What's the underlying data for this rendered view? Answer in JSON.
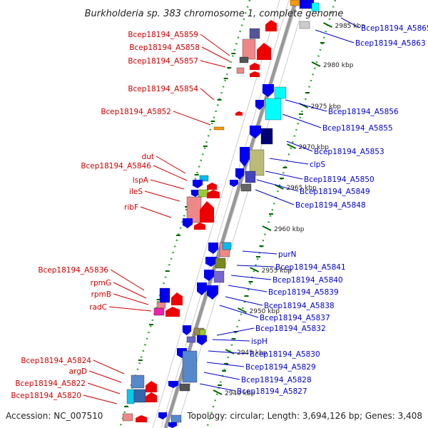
{
  "title": "Burkholderia sp. 383 chromosome 1, complete genome",
  "footer": {
    "accession": "Accession: NC_007510",
    "topology": "Topology: circular; Length: 3,694,126 bp; Genes: 3,408"
  },
  "ticks": [
    "2985 kbp",
    "2980 kbp",
    "2975 kbp",
    "2970 kbp",
    "2965 kbp",
    "2960 kbp",
    "2955 kbp",
    "2950 kbp",
    "2945 kbp",
    "2940 kbp"
  ],
  "left_genes": [
    "Bcep18194_A5859",
    "Bcep18194_A5858",
    "Bcep18194_A5857",
    "Bcep18194_A5854",
    "Bcep18194_A5852",
    "dut",
    "Bcep18194_A5846",
    "lspA",
    "ileS",
    "ribF",
    "Bcep18194_A5836",
    "rpmG",
    "rpmB",
    "radC",
    "Bcep18194_A5824",
    "argD",
    "Bcep18194_A5822",
    "Bcep18194_A5820"
  ],
  "right_genes": [
    "Bcep18194_A5865",
    "Bcep18194_A5863",
    "Bcep18194_A5856",
    "Bcep18194_A5855",
    "Bcep18194_A5853",
    "clpS",
    "Bcep18194_A5850",
    "Bcep18194_A5849",
    "Bcep18194_A5848",
    "purN",
    "Bcep18194_A5841",
    "Bcep18194_A5840",
    "Bcep18194_A5839",
    "Bcep18194_A5838",
    "Bcep18194_A5837",
    "Bcep18194_A5832",
    "ispH",
    "Bcep18194_A5830",
    "Bcep18194_A5829",
    "Bcep18194_A5828",
    "Bcep18194_A5827"
  ],
  "colors": {
    "left": "#cc0000",
    "right": "#0000cc",
    "backbone": "#888888",
    "dotted": "#33aa33"
  }
}
